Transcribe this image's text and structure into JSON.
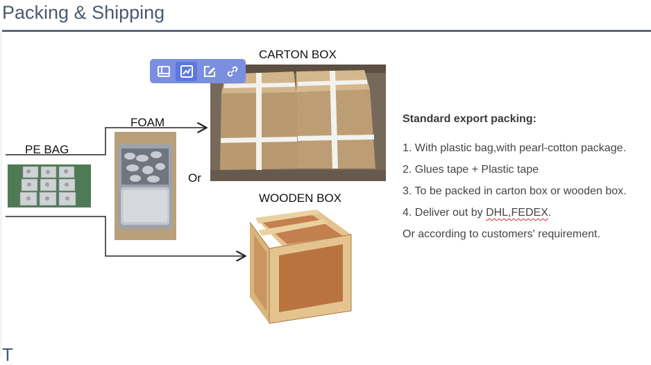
{
  "page": {
    "title": "Packing & Shipping",
    "next_section_stub": "T"
  },
  "toolbar": {
    "buttons": [
      {
        "name": "layout-icon"
      },
      {
        "name": "chart-icon",
        "active": true
      },
      {
        "name": "edit-icon"
      },
      {
        "name": "link-icon"
      }
    ]
  },
  "diagram": {
    "labels": {
      "pe_bag": "PE BAG",
      "foam": "FOAM",
      "or": "Or",
      "carton_box": "CARTON BOX",
      "wooden_box": "WOODEN BOX"
    }
  },
  "packing": {
    "heading": "Standard export packing:",
    "items": [
      "1. With plastic bag,with pearl-cotton package.",
      "2. Glues tape + Plastic tape",
      "3. To be packed in carton box or wooden box."
    ],
    "item4_prefix": "4. Deliver out by ",
    "item4_carriers": "DHL,FEDEX",
    "item4_suffix": ".",
    "closing": "Or according to customers' requirement."
  }
}
